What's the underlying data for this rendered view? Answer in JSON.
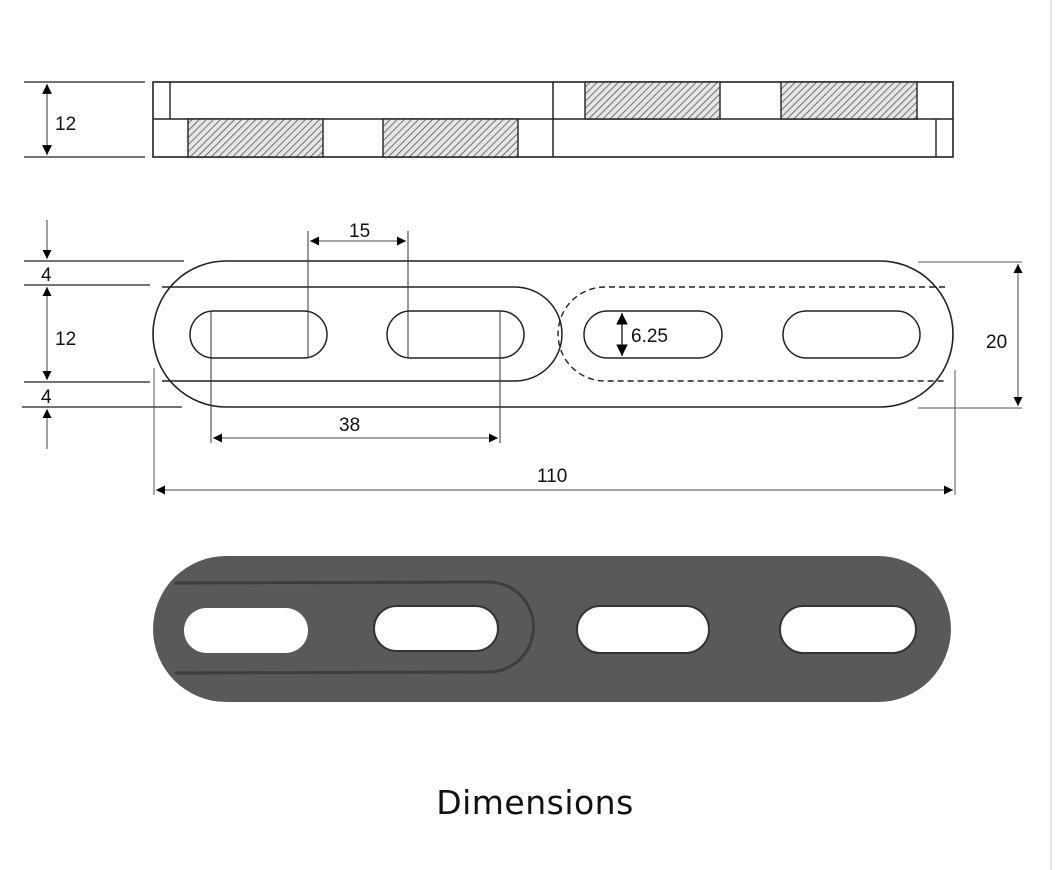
{
  "caption": "Dimensions",
  "colors": {
    "line": "#1a1a1a",
    "dim_line": "#444444",
    "hatch": "#555555",
    "render_body": "#595959",
    "edge": "#e4e4e4"
  },
  "side_view": {
    "thickness_label": "12"
  },
  "top_view": {
    "slot_pitch_label": "15",
    "edge_top_label": "4",
    "inner_width_label": "12",
    "edge_bottom_label": "4",
    "slot_span_label": "38",
    "slot_width_label": "6.25",
    "overall_width_label": "20",
    "overall_length_label": "110"
  },
  "render_view": {
    "description": "3D render of slotted link bar with four oval slots"
  }
}
